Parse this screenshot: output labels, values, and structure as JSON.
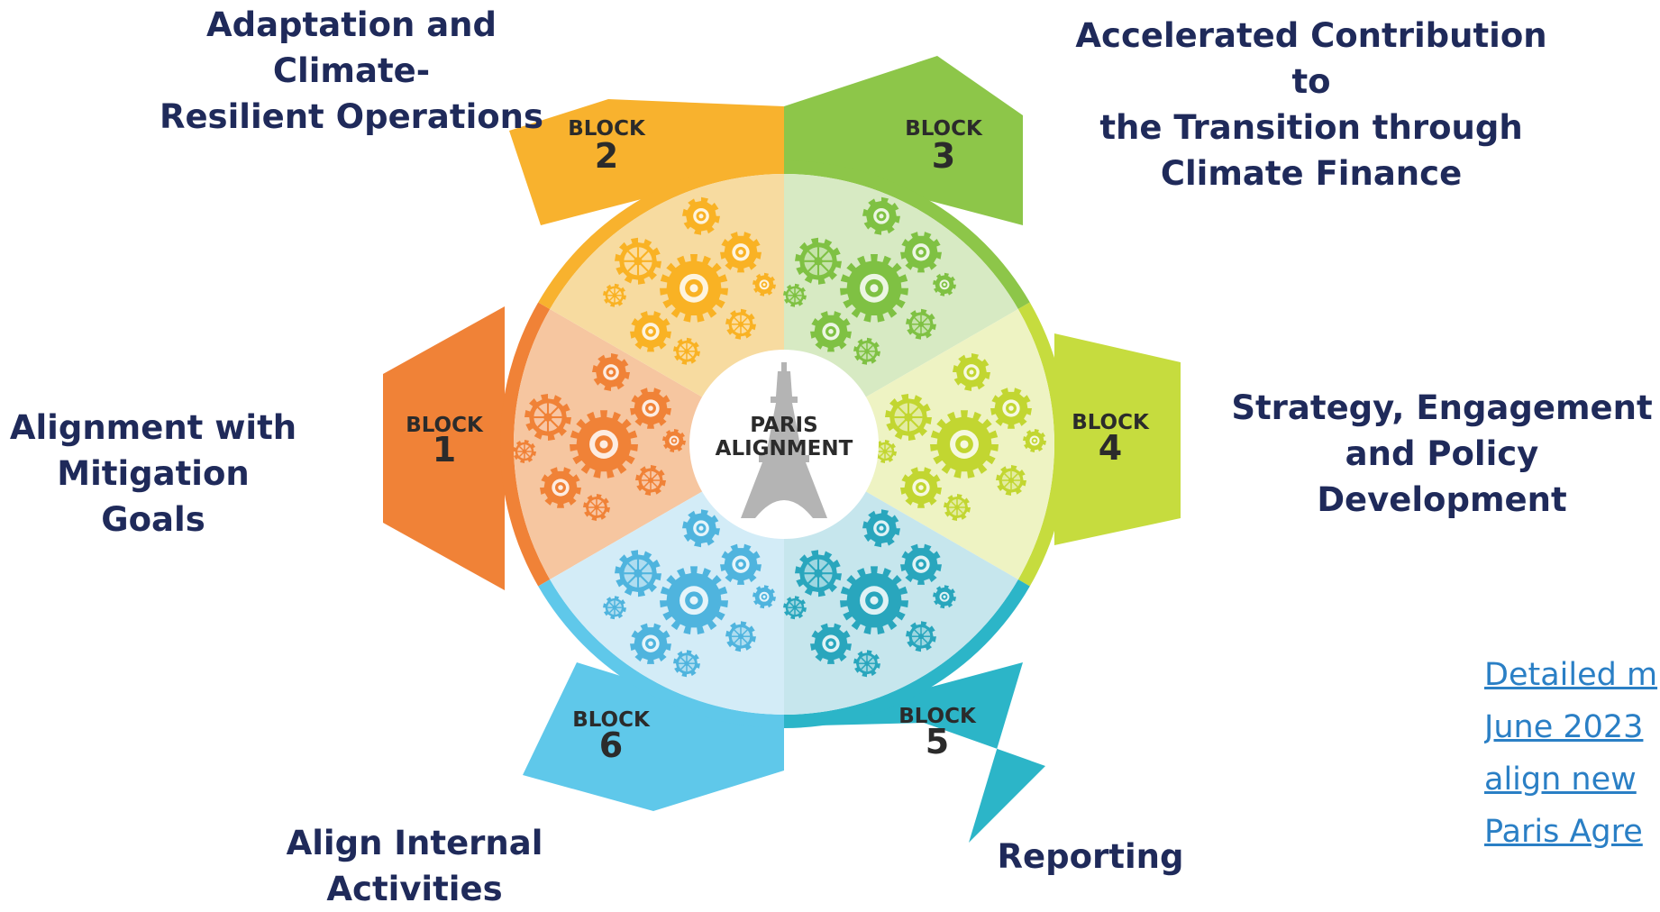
{
  "center": {
    "line1": "PARIS",
    "line2": "ALIGNMENT"
  },
  "blocks": [
    {
      "id": 1,
      "word": "BLOCK",
      "number": "1",
      "color": "#f08237",
      "gear_color": "#f08237",
      "light_color": "#f6c6a0",
      "title_lines": [
        "Alignment with",
        "Mitigation Goals"
      ]
    },
    {
      "id": 2,
      "word": "BLOCK",
      "number": "2",
      "color": "#f8b22e",
      "gear_color": "#f9b224",
      "light_color": "#f7dba0",
      "title_lines": [
        "Adaptation and Climate-",
        "Resilient Operations"
      ]
    },
    {
      "id": 3,
      "word": "BLOCK",
      "number": "3",
      "color": "#8dc649",
      "gear_color": "#7fc143",
      "light_color": "#d7eac3",
      "title_lines": [
        "Accelerated Contribution to",
        "the Transition through",
        "Climate Finance"
      ]
    },
    {
      "id": 4,
      "word": "BLOCK",
      "number": "4",
      "color": "#c6dc3e",
      "gear_color": "#c2d631",
      "light_color": "#eef3c3",
      "title_lines": [
        "Strategy, Engagement",
        "and Policy Development"
      ]
    },
    {
      "id": 5,
      "word": "BLOCK",
      "number": "5",
      "color": "#2cb5c8",
      "gear_color": "#29a6bd",
      "light_color": "#c6e6ed",
      "title_lines": [
        "Reporting"
      ]
    },
    {
      "id": 6,
      "word": "BLOCK",
      "number": "6",
      "color": "#5fc8ea",
      "gear_color": "#4fb4de",
      "light_color": "#d3ecf7",
      "title_lines": [
        "Align Internal",
        "Activities"
      ]
    }
  ],
  "link_lines": [
    "Detailed m",
    "June 2023",
    "align new",
    "Paris Agre"
  ],
  "colors": {
    "label_text": "#1f2a5a",
    "link": "#2a7fc5",
    "tower": "#b4b4b4",
    "center_text": "#2b2b2b"
  },
  "icons": {
    "center": "eiffel-tower-icon",
    "segments": "gear-cluster-icon"
  }
}
